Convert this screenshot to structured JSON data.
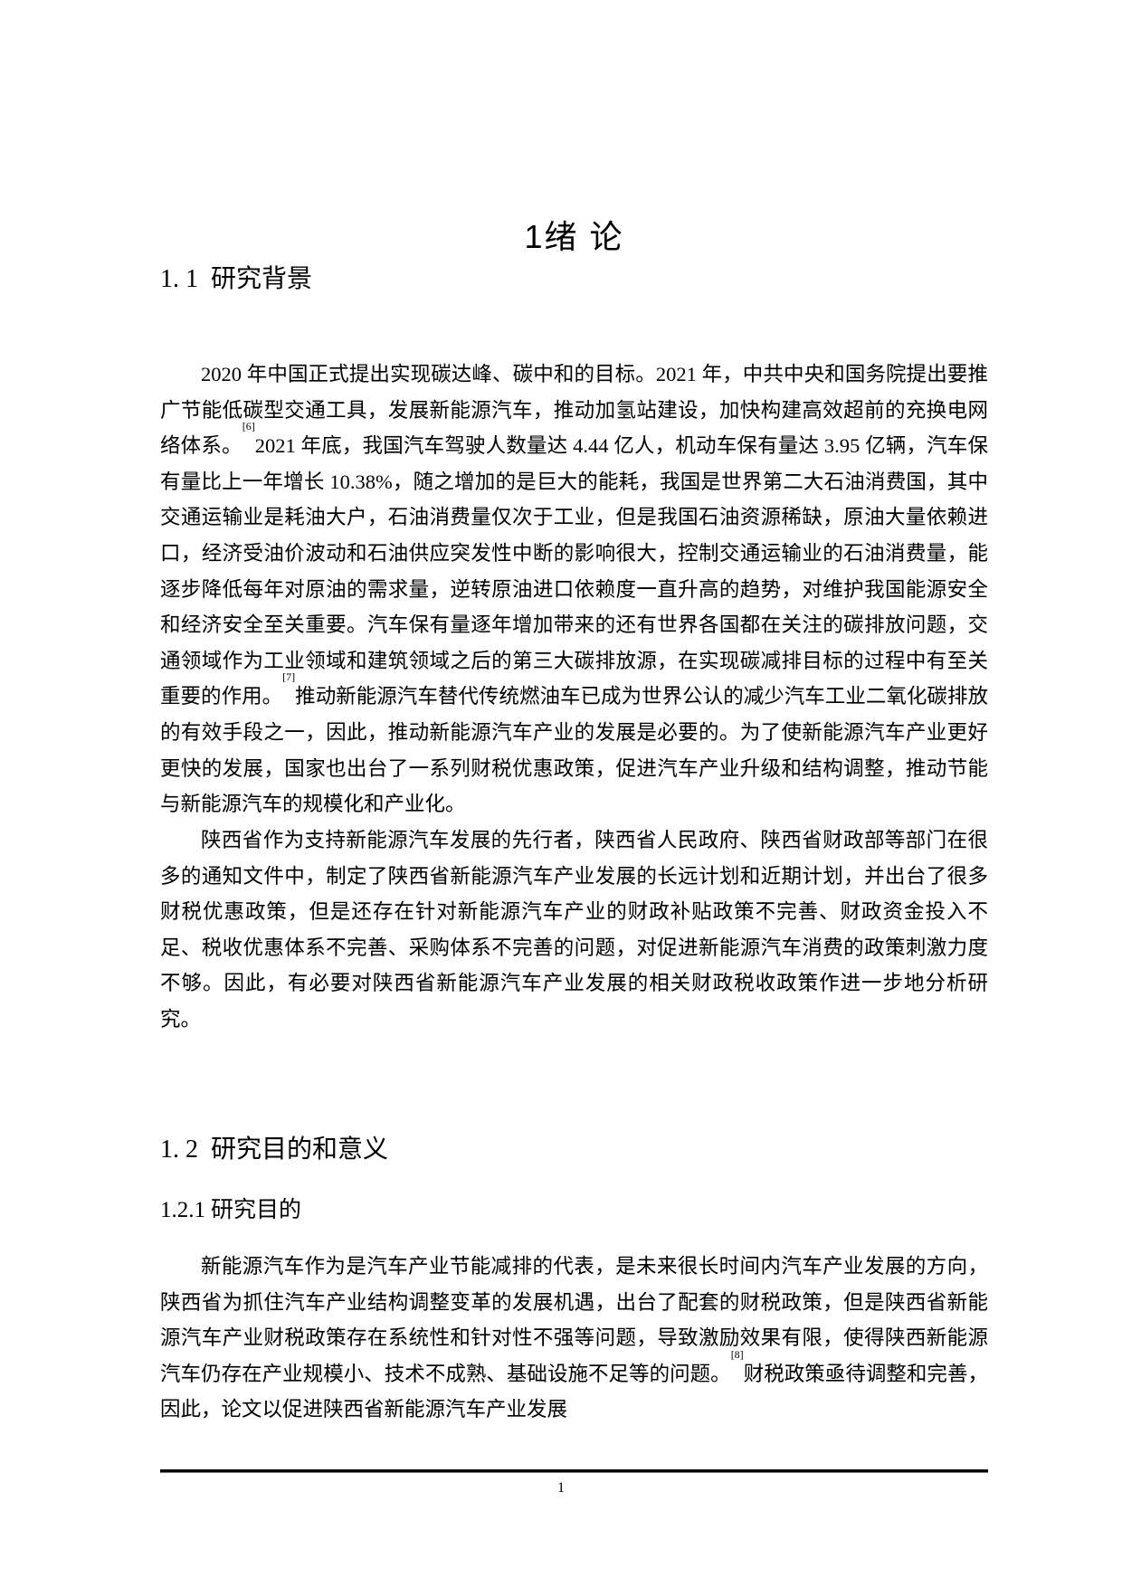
{
  "chapter": {
    "number": "1",
    "title": "绪 论"
  },
  "sections": [
    {
      "number": "1. 1",
      "title": "研究背景",
      "paragraphs": [
        {
          "segments": [
            {
              "text": "2020 年中国正式提出实现碳达峰、碳中和的目标。2021 年，中共中央和国务院提出要推广节能低碳型交通工具，发展新能源汽车，推动加氢站建设，加快构建高效超前的充换电网络体系。"
            },
            {
              "cite": "[6]"
            },
            {
              "text": "2021 年底，我国汽车驾驶人数量达 4.44 亿人，机动车保有量达 3.95 亿辆，汽车保有量比上一年增长 10.38%，随之增加的是巨大的能耗，我国是世界第二大石油消费国，其中交通运输业是耗油大户，石油消费量仅次于工业，但是我国石油资源稀缺，原油大量依赖进口，经济受油价波动和石油供应突发性中断的影响很大，控制交通运输业的石油消费量，能逐步降低每年对原油的需求量，逆转原油进口依赖度一直升高的趋势，对维护我国能源安全和经济安全至关重要。汽车保有量逐年增加带来的还有世界各国都在关注的碳排放问题，交通领域作为工业领域和建筑领域之后的第三大碳排放源，在实现碳减排目标的过程中有至关重要的作用。"
            },
            {
              "cite": "[7]"
            },
            {
              "text": "推动新能源汽车替代传统燃油车已成为世界公认的减少汽车工业二氧化碳排放的有效手段之一，因此，推动新能源汽车产业的发展是必要的。为了使新能源汽车产业更好更快的发展，国家也出台了一系列财税优惠政策，促进汽车产业升级和结构调整，推动节能与新能源汽车的规模化和产业化。"
            }
          ]
        },
        {
          "segments": [
            {
              "text": "陕西省作为支持新能源汽车发展的先行者，陕西省人民政府、陕西省财政部等部门在很多的通知文件中，制定了陕西省新能源汽车产业发展的长远计划和近期计划，并出台了很多财税优惠政策，但是还存在针对新能源汽车产业的财政补贴政策不完善、财政资金投入不足、税收优惠体系不完善、采购体系不完善的问题，对促进新能源汽车消费的政策刺激力度不够。因此，有必要对陕西省新能源汽车产业发展的相关财政税收政策作进一步地分析研究。"
            }
          ]
        }
      ]
    },
    {
      "number": "1. 2",
      "title": "研究目的和意义",
      "subsections": [
        {
          "number": "1.2.1",
          "title": "研究目的",
          "paragraphs": [
            {
              "segments": [
                {
                  "text": "新能源汽车作为是汽车产业节能减排的代表，是未来很长时间内汽车产业发展的方向，陕西省为抓住汽车产业结构调整变革的发展机遇，出台了配套的财税政策，但是陕西省新能源汽车产业财税政策存在系统性和针对性不强等问题，导致激励效果有限，使得陕西新能源汽车仍存在产业规模小、技术不成熟、基础设施不足等的问题。"
                },
                {
                  "cite": "[8]"
                },
                {
                  "text": "财税政策亟待调整和完善，因此，论文以促进陕西省新能源汽车产业发展"
                }
              ]
            }
          ]
        }
      ]
    }
  ],
  "footer": {
    "page_number": "1"
  }
}
